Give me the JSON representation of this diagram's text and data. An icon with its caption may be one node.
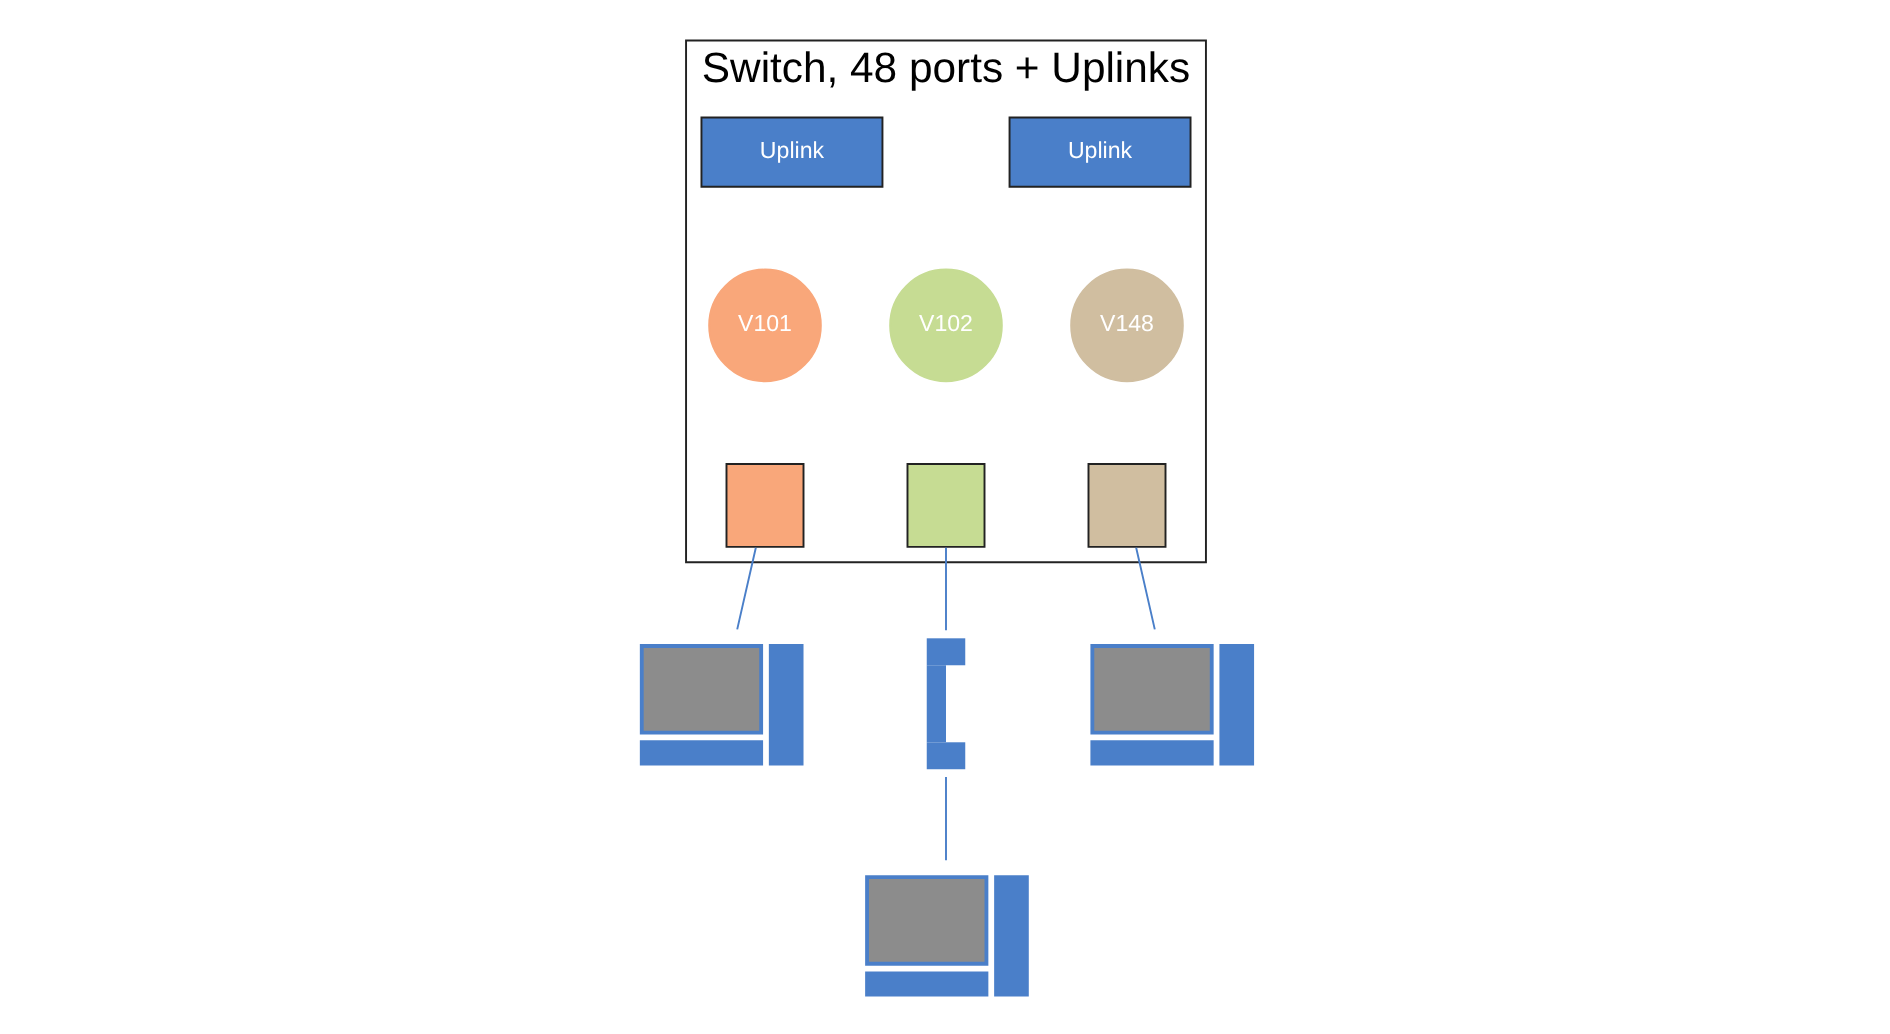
{
  "diagram": {
    "nodes": [
      {
        "text": [
          "Switch, 48 ports + Uplinks"
        ]
      },
      {
        "text": [
          "Uplink"
        ],
        "in": 0
      },
      {
        "text": [
          "Uplink"
        ],
        "in": 0
      },
      {
        "text": [
          "V101"
        ],
        "in": 0
      },
      {
        "text": [
          "V102"
        ],
        "in": 0
      },
      {
        "text": [
          "V148"
        ],
        "in": 0
      },
      {
        "text": [],
        "shape": "box",
        "in": 0
      },
      {
        "text": [],
        "shape": "box",
        "in": 0
      },
      {
        "text": [],
        "shape": "box",
        "in": 0
      },
      {
        "text": [],
        "shape": "picture"
      },
      {
        "text": [],
        "shape": "picture"
      },
      {
        "text": [],
        "shape": "picture"
      },
      {
        "text": [],
        "shape": "picture"
      }
    ],
    "edges": [
      {
        "from": 6,
        "to": 10,
        "arrow": "none"
      },
      {
        "from": 7,
        "to": 9,
        "arrow": "none"
      },
      {
        "from": 9,
        "to": 11,
        "arrow": "none"
      },
      {
        "from": 8,
        "to": 12,
        "arrow": "none"
      }
    ]
  }
}
